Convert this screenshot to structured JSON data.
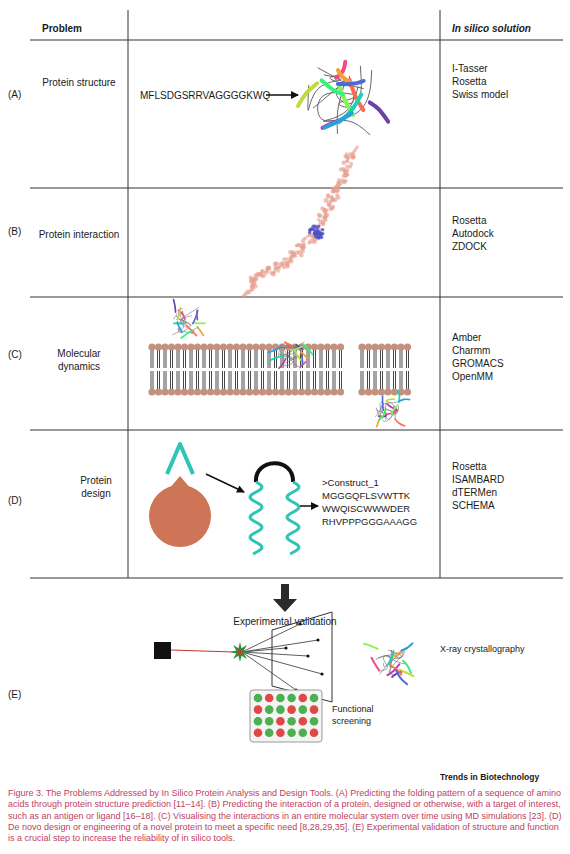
{
  "diagram": {
    "caption": "Figure 3. The Problems Addressed by In Silico Protein Analysis and Design Tools. (A) Predicting the folding pattern of a sequence of amino acids through protein structure prediction [11–14]. (B) Predicting the interaction of a protein, designed or otherwise, with a target of interest, such as an antigen or ligand [16–18]. (C) Visualising the interactions in an entire molecular system over time using MD simulations [23]. (D) De novo design or engineering of a novel protein to meet a specific need [8,28,29,35]. (E) Experimental validation of structure and function is a crucial step to increase the reliability of in silico tools.",
    "nodes": [
      {
        "text": [
          "Problem",
          "In silico solution"
        ]
      },
      {
        "text": [
          "Protein structure"
        ],
        "in": 0
      },
      {
        "text": [
          "I-Tasser",
          "Rosetta",
          "Swiss model"
        ],
        "in": 0
      },
      {
        "text": [
          "Protein interaction"
        ],
        "in": 0
      },
      {
        "text": [
          "Rosetta",
          "Autodock",
          "ZDOCK"
        ],
        "in": 0
      },
      {
        "text": [
          "Molecular dynamics"
        ],
        "in": 0
      },
      {
        "text": [
          "Amber",
          "Charmm",
          "GROMACS",
          "OpenMM"
        ],
        "in": 0
      },
      {
        "text": [
          "Protein design"
        ],
        "in": 0
      },
      {
        "text": [
          "Rosetta",
          "ISAMBARD",
          "dTERMen",
          "SCHEMA"
        ],
        "in": 0
      },
      {
        "text": [
          "Experimental validation"
        ]
      }
    ],
    "edges": [
      {
        "from": 0,
        "to": 9,
        "arrow": "to"
      }
    ],
    "labels": [
      "(A)",
      "MFLSDGSRRVAGGGGKWQ",
      "(B)",
      "(C)",
      "(D)",
      ">Construct_1",
      "MGGGQFLSVWTTK",
      "WWQISCWWWDER",
      "RHVPPPGGGAAAGG",
      "(E)",
      "X-ray crystallography",
      "Functional screening",
      "Trends in Biotechnology"
    ]
  }
}
